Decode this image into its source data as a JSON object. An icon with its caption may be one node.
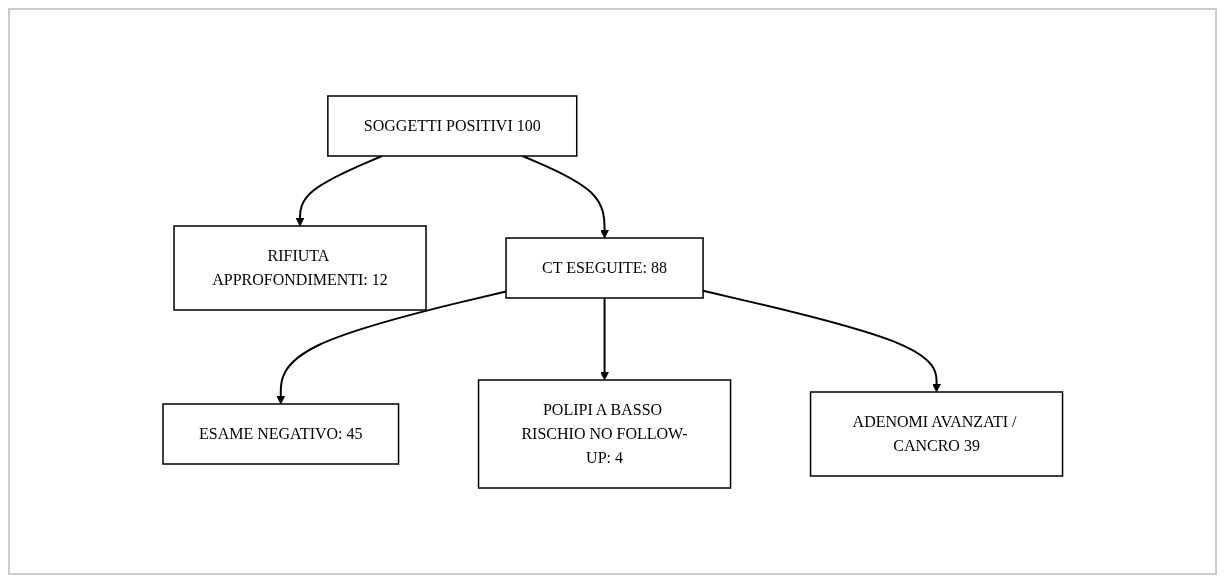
{
  "diagram": {
    "nodes": [
      {
        "text": [
          "SOGGETTI POSITIVI 100"
        ]
      },
      {
        "text": [
          "RIFIUTA APPROFONDIMENTI: 12"
        ]
      },
      {
        "text": [
          "CT ESEGUITE: 88"
        ]
      },
      {
        "text": [
          "ESAME NEGATIVO: 45"
        ]
      },
      {
        "text": [
          "POLIPI A BASSO RISCHIO NO FOLLOW-UP: 4"
        ]
      },
      {
        "text": [
          "ADENOMI AVANZATI / CANCRO 39"
        ]
      }
    ],
    "edges": [
      {
        "from": 0,
        "to": 1,
        "arrow": "to"
      },
      {
        "from": 0,
        "to": 2,
        "arrow": "to"
      },
      {
        "from": 2,
        "to": 3,
        "arrow": "to"
      },
      {
        "from": 2,
        "to": 4,
        "arrow": "to"
      },
      {
        "from": 2,
        "to": 5,
        "arrow": "to"
      }
    ]
  }
}
